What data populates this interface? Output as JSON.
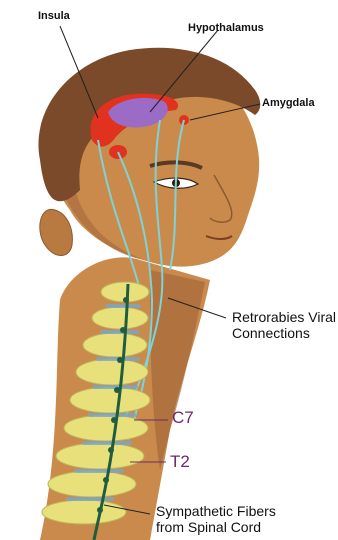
{
  "labels": {
    "insula": "Insula",
    "hypothalamus": "Hypothalamus",
    "amygdala": "Amygdala",
    "retrorabies_line1": "Retrorabies Viral",
    "retrorabies_line2": "Connections",
    "c7": "C7",
    "t2": "T2",
    "sympathetic_line1": "Sympathetic Fibers",
    "sympathetic_line2": "from Spinal Cord"
  },
  "colors": {
    "skin": "#c98a4c",
    "skin_shadow": "#a5683a",
    "hair": "#7a4a2a",
    "brain_red": "#e0321e",
    "brain_purple": "#9b6bc6",
    "viral_path": "#7fd3d6",
    "spine_yellow": "#e8e07a",
    "spinal_cord": "#1f5d3e",
    "level_text": "#6b2a6b"
  }
}
